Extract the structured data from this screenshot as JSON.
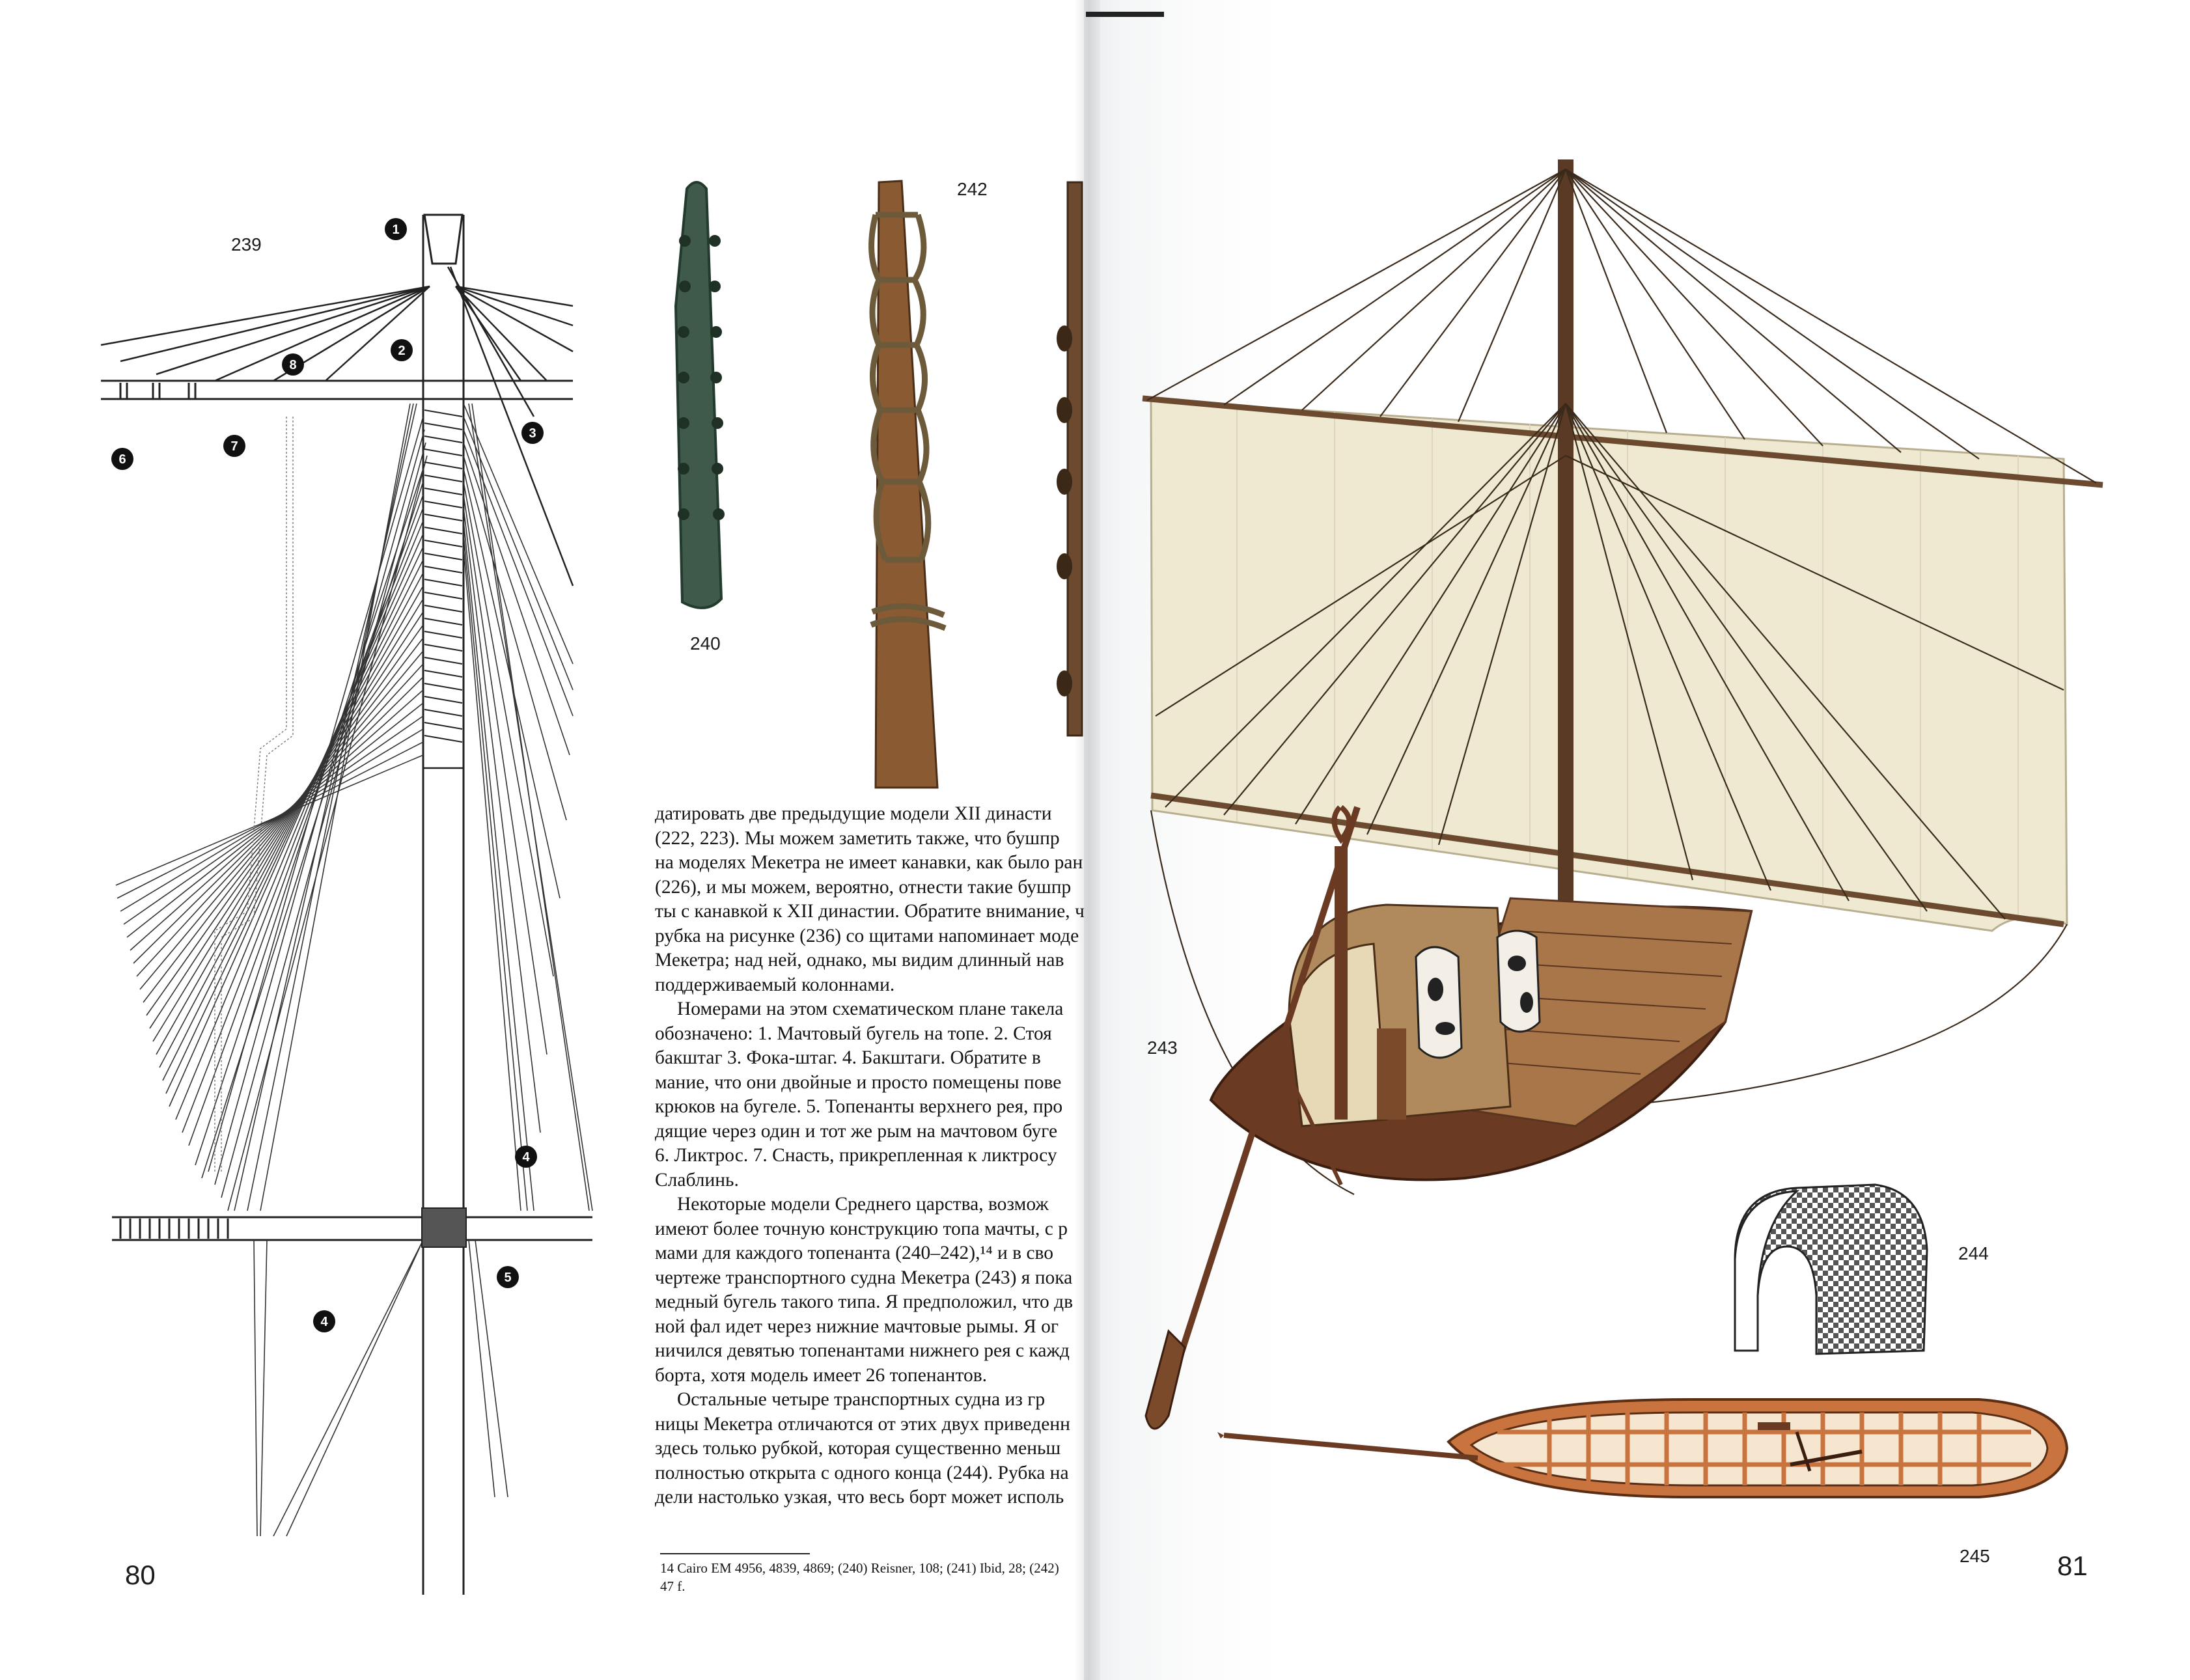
{
  "left_page": {
    "page_number": "80",
    "figure_labels": {
      "f239": "239",
      "f240": "240",
      "f242": "242"
    },
    "callouts": [
      "1",
      "2",
      "8",
      "6",
      "7",
      "3",
      "4",
      "5",
      "4"
    ],
    "body_lines": [
      "датировать две предыдущие модели XII династи",
      "(222, 223). Мы можем заметить также, что бушпр",
      "на моделях Мекетра не имеет канавки, как было ран",
      "(226), и мы можем, вероятно, отнести такие бушпр",
      "ты с канавкой к XII династии. Обратите внимание, ч",
      "рубка на рисунке (236) со щитами напоминает моде",
      "Мекетра; над ней, однако, мы видим длинный нав",
      "поддерживаемый колоннами.",
      "Номерами на этом схематическом плане такела",
      "обозначено: 1. Мачтовый бугель на топе. 2. Стоя",
      "бакштаг 3. Фока-штаг. 4. Бакштаги. Обратите в",
      "мание, что они двойные и просто помещены пове",
      "крюков на бугеле. 5. Топенанты верхнего рея, про",
      "дящие через один и тот же рым на мачтовом буге",
      "6. Ликтрос. 7. Снасть, прикрепленная к ликтросу",
      "Слаблинь.",
      "Некоторые модели Среднего царства, возмож",
      "имеют более точную конструкцию топа мачты, с р",
      "мами для каждого топенанта (240–242),¹⁴ и в сво",
      "чертеже транспортного судна Мекетра (243) я пока",
      "медный бугель такого типа. Я предположил, что дв",
      "ной фал идет через нижние мачтовые рымы. Я ог",
      "ничился девятью топенантами нижнего рея с кажд",
      "борта, хотя модель имеет 26 топенантов.",
      "Остальные четыре транспортных судна из гр",
      "ницы Мекетра отличаются от этих двух приведенн",
      "здесь только рубкой, которая существенно меньш",
      "полностью открыта с одного конца (244). Рубка на",
      "дели настолько узкая, что весь борт может исполь"
    ],
    "footnote": {
      "line1": "14   Cairo EM 4956, 4839, 4869; (240) Reisner, 108; (241) Ibid, 28; (242)",
      "line2": "47 f."
    }
  },
  "right_page": {
    "page_number": "81",
    "figure_labels": {
      "f243": "243",
      "f244": "244",
      "f245": "245"
    }
  },
  "colors": {
    "sail": "#efe9d2",
    "hull": "#6b3a22",
    "wood": "#8a5a32",
    "bronze": "#3f5a4a",
    "boat_plan_orange": "#c9743f",
    "boat_plan_cream": "#f6e6cf"
  }
}
